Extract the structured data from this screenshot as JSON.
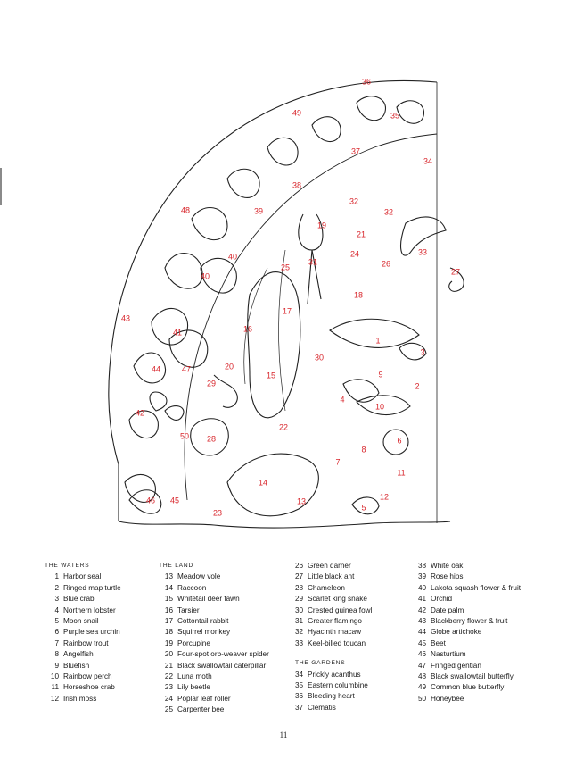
{
  "illustration": {
    "description_icon": "quarter-circle-coloring-artwork",
    "number_color": "#d8262c",
    "numbers": [
      "36",
      "35",
      "49",
      "34",
      "37",
      "38",
      "48",
      "39",
      "32",
      "32",
      "19",
      "21",
      "33",
      "24",
      "26",
      "27",
      "40",
      "25",
      "31",
      "40",
      "18",
      "17",
      "43",
      "16",
      "41",
      "1",
      "30",
      "3",
      "47",
      "20",
      "44",
      "15",
      "9",
      "2",
      "29",
      "4",
      "10",
      "42",
      "6",
      "50",
      "22",
      "28",
      "8",
      "7",
      "11",
      "14",
      "13",
      "46",
      "45",
      "12",
      "23",
      "5"
    ]
  },
  "legend": {
    "waters": {
      "title": "THE WATERS",
      "items": [
        {
          "n": "1",
          "label": "Harbor seal"
        },
        {
          "n": "2",
          "label": "Ringed map turtle"
        },
        {
          "n": "3",
          "label": "Blue crab"
        },
        {
          "n": "4",
          "label": "Northern lobster"
        },
        {
          "n": "5",
          "label": "Moon snail"
        },
        {
          "n": "6",
          "label": "Purple sea urchin"
        },
        {
          "n": "7",
          "label": "Rainbow trout"
        },
        {
          "n": "8",
          "label": "Angelfish"
        },
        {
          "n": "9",
          "label": "Bluefish"
        },
        {
          "n": "10",
          "label": "Rainbow perch"
        },
        {
          "n": "11",
          "label": "Horseshoe crab"
        },
        {
          "n": "12",
          "label": "Irish moss"
        }
      ]
    },
    "land": {
      "title": "THE LAND",
      "items": [
        {
          "n": "13",
          "label": "Meadow vole"
        },
        {
          "n": "14",
          "label": "Raccoon"
        },
        {
          "n": "15",
          "label": "Whitetail deer fawn"
        },
        {
          "n": "16",
          "label": "Tarsier"
        },
        {
          "n": "17",
          "label": "Cottontail rabbit"
        },
        {
          "n": "18",
          "label": "Squirrel monkey"
        },
        {
          "n": "19",
          "label": "Porcupine"
        },
        {
          "n": "20",
          "label": "Four-spot orb-weaver spider"
        },
        {
          "n": "21",
          "label": "Black swallowtail caterpillar"
        },
        {
          "n": "22",
          "label": "Luna moth"
        },
        {
          "n": "23",
          "label": "Lily beetle"
        },
        {
          "n": "24",
          "label": "Poplar leaf roller"
        },
        {
          "n": "25",
          "label": "Carpenter bee"
        }
      ]
    },
    "land_continued": {
      "items": [
        {
          "n": "26",
          "label": "Green darner"
        },
        {
          "n": "27",
          "label": "Little black ant"
        },
        {
          "n": "28",
          "label": "Chameleon"
        },
        {
          "n": "29",
          "label": "Scarlet king snake"
        },
        {
          "n": "30",
          "label": "Crested guinea fowl"
        },
        {
          "n": "31",
          "label": "Greater flamingo"
        },
        {
          "n": "32",
          "label": "Hyacinth macaw"
        },
        {
          "n": "33",
          "label": "Keel-billed toucan"
        }
      ]
    },
    "gardens": {
      "title": "THE GARDENS",
      "items": [
        {
          "n": "34",
          "label": "Prickly acanthus"
        },
        {
          "n": "35",
          "label": "Eastern columbine"
        },
        {
          "n": "36",
          "label": "Bleeding heart"
        },
        {
          "n": "37",
          "label": "Clematis"
        }
      ]
    },
    "gardens_continued": {
      "items": [
        {
          "n": "38",
          "label": "White oak"
        },
        {
          "n": "39",
          "label": "Rose hips"
        },
        {
          "n": "40",
          "label": "Lakota squash flower & fruit"
        },
        {
          "n": "41",
          "label": "Orchid"
        },
        {
          "n": "42",
          "label": "Date palm"
        },
        {
          "n": "43",
          "label": "Blackberry flower & fruit"
        },
        {
          "n": "44",
          "label": "Globe artichoke"
        },
        {
          "n": "45",
          "label": "Beet"
        },
        {
          "n": "46",
          "label": "Nasturtium"
        },
        {
          "n": "47",
          "label": "Fringed gentian"
        },
        {
          "n": "48",
          "label": "Black swallowtail butterfly"
        },
        {
          "n": "49",
          "label": "Common blue butterfly"
        },
        {
          "n": "50",
          "label": "Honeybee"
        }
      ]
    }
  },
  "page": {
    "number": "11"
  }
}
